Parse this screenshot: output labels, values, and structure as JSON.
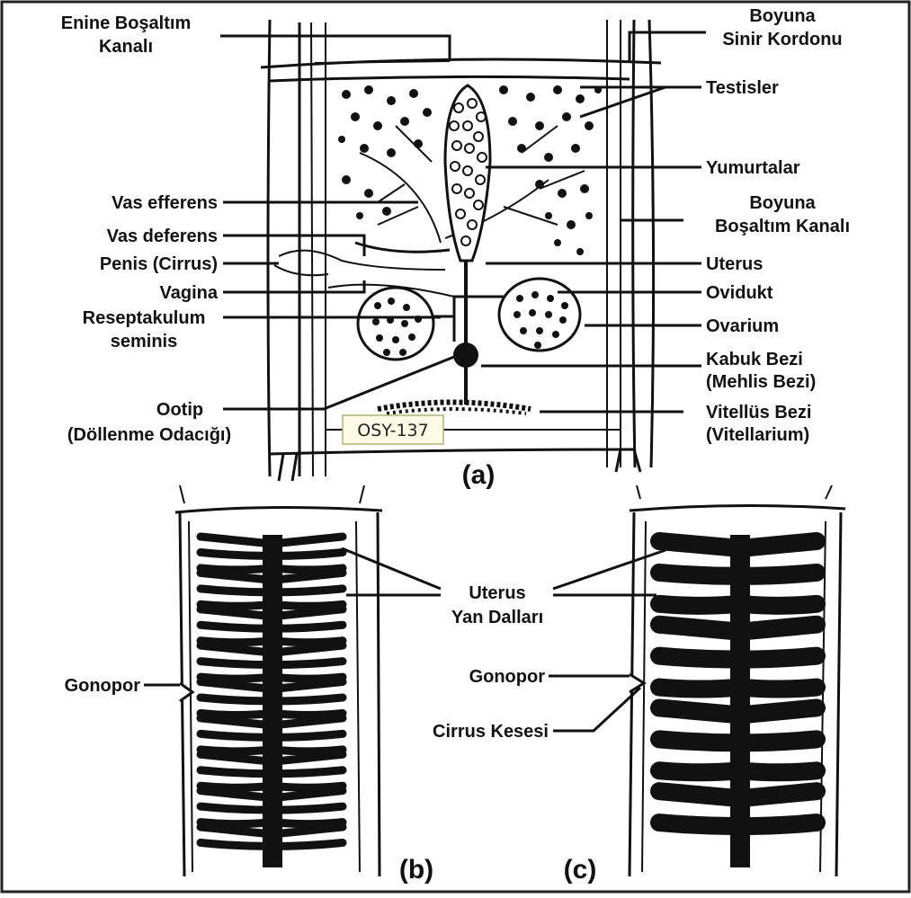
{
  "figure": {
    "labels_left": {
      "enine_bosaltim_1": "Enine Boşaltım",
      "enine_bosaltim_2": "Kanalı",
      "vas_efferens": "Vas efferens",
      "vas_deferens": "Vas deferens",
      "penis": "Penis (Cirrus)",
      "vagina": "Vagina",
      "reseptakulum_1": "Reseptakulum",
      "reseptakulum_2": "seminis",
      "ootip_1": "Ootip",
      "ootip_2": "(Döllenme Odacığı)"
    },
    "labels_right": {
      "boyuna_sinir_1": "Boyuna",
      "boyuna_sinir_2": "Sinir Kordonu",
      "testisler": "Testisler",
      "yumurtalar": "Yumurtalar",
      "boyuna_bosaltim_1": "Boyuna",
      "boyuna_bosaltim_2": "Boşaltım Kanalı",
      "uterus": "Uterus",
      "ovidukt": "Ovidukt",
      "ovarium": "Ovarium",
      "kabuk_1": "Kabuk Bezi",
      "kabuk_2": "(Mehlis Bezi)",
      "vitellus_1": "Vitellüs Bezi",
      "vitellus_2": "(Vitellarium)"
    },
    "tooltip": "OSY-137",
    "panel_a": "(a)",
    "panel_b": "(b)",
    "panel_c": "(c)",
    "lower_labels": {
      "uterus_yan_1": "Uterus",
      "uterus_yan_2": "Yan Dalları",
      "gonopor_b": "Gonopor",
      "gonopor_c": "Gonopor",
      "cirrus_kesesi": "Cirrus Kesesi"
    },
    "colors": {
      "ink": "#111111",
      "paper": "#ffffff",
      "tooltip_bg": "#fdfbe6",
      "tooltip_border": "#b8b07a"
    }
  }
}
